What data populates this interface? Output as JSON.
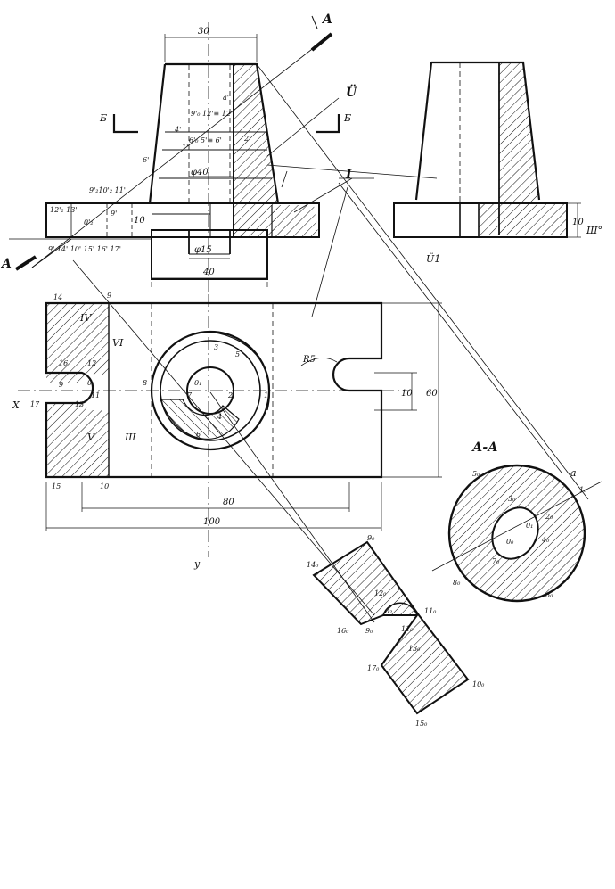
{
  "colors": {
    "ink": "#111111",
    "paper": "#ffffff"
  },
  "section_marks": {
    "a_top": "A",
    "a_left": "A",
    "b_left": "Б",
    "b_right": "Б",
    "section_title": "А-А"
  },
  "roman": {
    "I": "I",
    "II": "Ü",
    "III_side": "Ш°",
    "III_plan": "Ш",
    "IV": "IV",
    "V": "V",
    "VI": "VI",
    "II_bottom": "Ü1"
  },
  "dims": {
    "top_width": "30",
    "phi40": "φ40",
    "phi15": "φ15",
    "base40": "40",
    "h10": "10",
    "d10_slot": "10",
    "r5": "R5",
    "w60": "60",
    "w80": "80",
    "w100": "100",
    "h10_side": "10"
  },
  "axes": {
    "x": "X",
    "y": "y"
  },
  "front_points": {
    "p1": "9'₀ 12'≡ 12'",
    "p2": "6'₀ 5'≡ 6'",
    "p3": "a'",
    "p4": "6'",
    "p5": "9'₂10'₂ 11'",
    "p6": "12'₂ 13'",
    "p7": "0'₂",
    "p8": "9'",
    "p9": "9' 14' 10' 15' 16' 17'",
    "p10": "2'",
    "p11": "1'",
    "p12": "4'"
  },
  "plan_points": {
    "n14": "14",
    "n9": "9",
    "n16": "16",
    "n12": "12",
    "n02": "0₂",
    "n9b": "9",
    "n17": "17",
    "n13": "13",
    "n11": "11",
    "n15": "15",
    "n10": "10",
    "n3": "3",
    "n5": "5",
    "n8": "8",
    "n01": "0₁",
    "n7": "7",
    "n2": "2",
    "n1": "1",
    "n4": "4",
    "n6": "6"
  },
  "section_points": {
    "s9": "9₀",
    "s14": "14₀",
    "s12": "12₀",
    "s02": "0₂",
    "s11": "11₀",
    "s16": "16₀",
    "s90": "9₀",
    "s110": "11₀",
    "s13": "13₀",
    "s17": "17₀",
    "s10": "10₀",
    "s15": "15₀"
  },
  "aa_points": {
    "a": "a",
    "p1": "1₀",
    "p5": "5₀",
    "p3": "3₀",
    "p2": "2₀",
    "p01": "0₁",
    "p4": "4₀",
    "p0": "0₀",
    "p7": "7₀",
    "p8": "8₀",
    "p6": "6₀"
  }
}
